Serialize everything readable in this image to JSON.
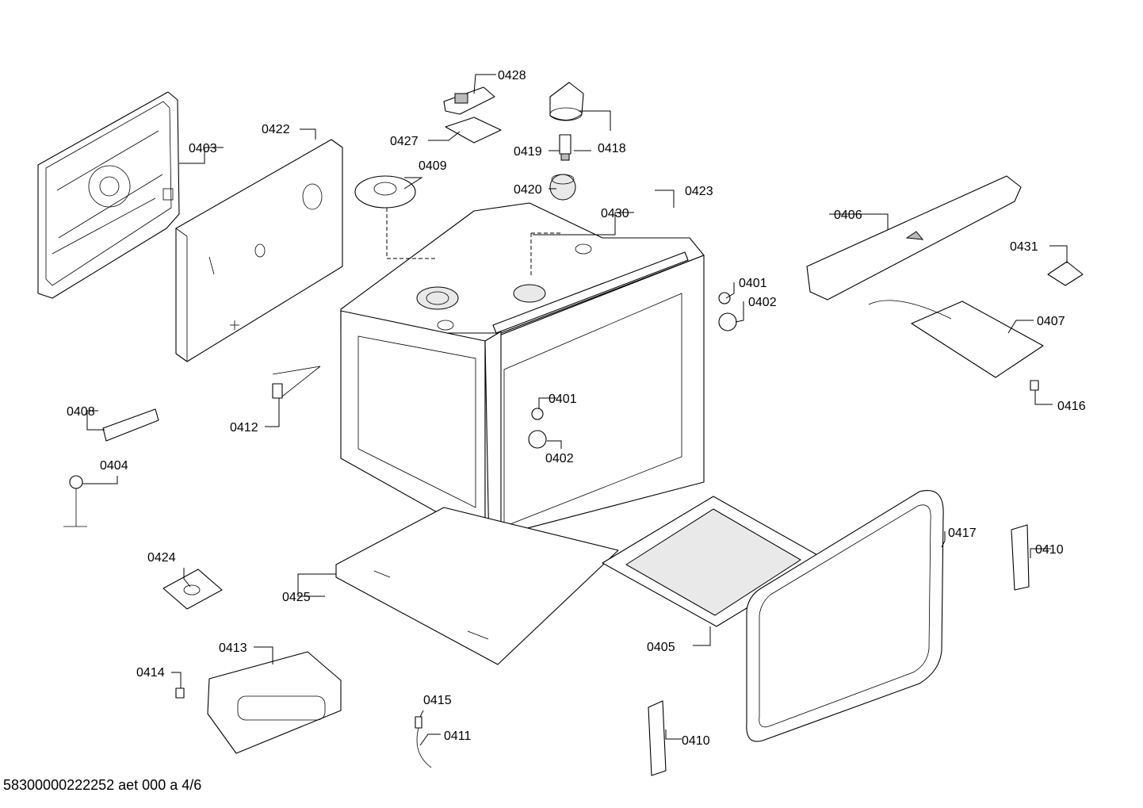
{
  "part_labels": {
    "p0401a": "0401",
    "p0401b": "0401",
    "p0402a": "0402",
    "p0402b": "0402",
    "p0403": "0403",
    "p0404": "0404",
    "p0405": "0405",
    "p0406": "0406",
    "p0407": "0407",
    "p0408": "0408",
    "p0409": "0409",
    "p0410a": "0410",
    "p0410b": "0410",
    "p0411": "0411",
    "p0412": "0412",
    "p0413": "0413",
    "p0414": "0414",
    "p0415": "0415",
    "p0416": "0416",
    "p0417": "0417",
    "p0418": "0418",
    "p0419": "0419",
    "p0420": "0420",
    "p0422": "0422",
    "p0423": "0423",
    "p0424": "0424",
    "p0425": "0425",
    "p0427": "0427",
    "p0428": "0428",
    "p0430": "0430",
    "p0431": "0431"
  },
  "footer": {
    "text": "58300000222252 aet 000 a 4/6"
  }
}
